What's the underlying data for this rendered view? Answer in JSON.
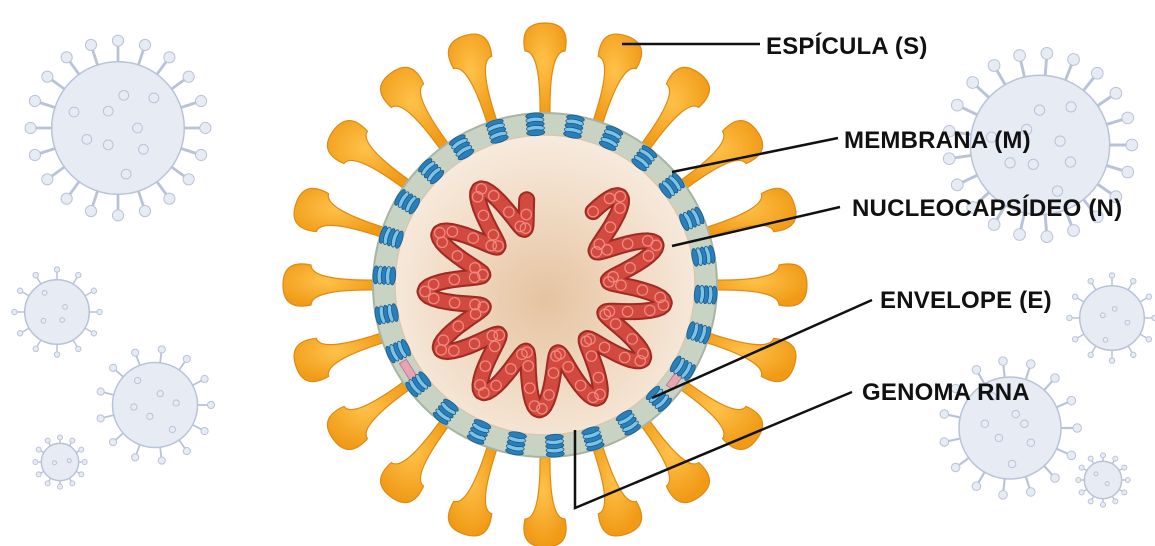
{
  "diagram": {
    "labels": [
      {
        "id": "spike",
        "text": "ESPÍCULA (S)"
      },
      {
        "id": "membrane",
        "text": "MEMBRANA (M)"
      },
      {
        "id": "nucleocapsid",
        "text": "NUCLEOCAPSÍDEO (N)"
      },
      {
        "id": "envelope",
        "text": "ENVELOPE (E)"
      },
      {
        "id": "genome",
        "text": "GENOMA RNA"
      }
    ]
  },
  "colors": {
    "spike": "#f5a623",
    "spike_dark": "#e08a12",
    "membrane": "#c9d3c4",
    "membrane_edge": "#9fae9a",
    "interior": "#f3e2cf",
    "interior_center": "#e9c9a9",
    "rna": "#d24a3f",
    "rna_dark": "#9e2a22",
    "protein_m": "#2a7fb8",
    "protein_m_light": "#7cc3ea",
    "envelope_protein": "#e8a3b5",
    "background_virus": "#e7ebf4",
    "background_virus_edge": "#b9c3d8",
    "leader": "#111111"
  }
}
